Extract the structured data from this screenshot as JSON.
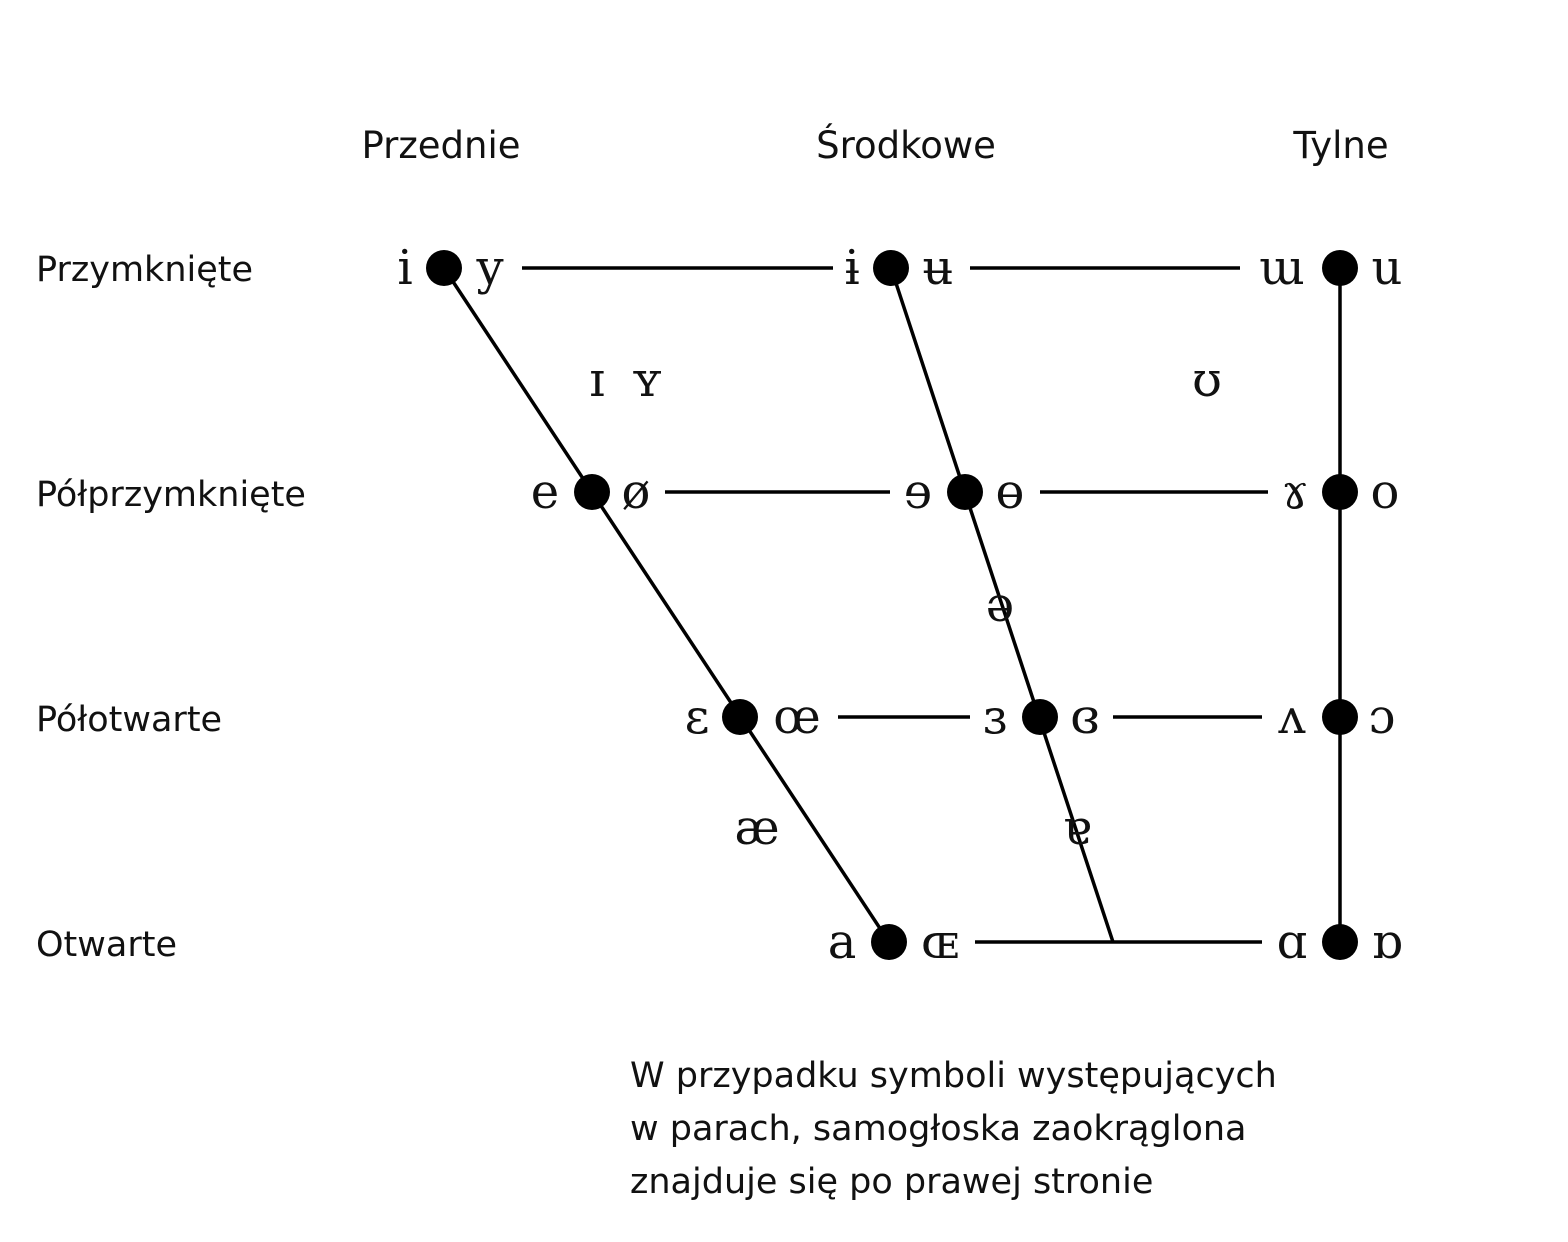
{
  "columns": [
    "Przednie",
    "Środkowe",
    "Tylne"
  ],
  "rows": [
    "Przymknięte",
    "Półprzymknięte",
    "Półotwarte",
    "Otwarte"
  ],
  "vowels": {
    "close": [
      [
        "i",
        "y"
      ],
      [
        "ɨ",
        "ʉ"
      ],
      [
        "ɯ",
        "u"
      ]
    ],
    "near_close": [
      "ɪ",
      "ʏ",
      "ʊ"
    ],
    "close_mid": [
      [
        "e",
        "ø"
      ],
      [
        "ɘ",
        "ɵ"
      ],
      [
        "ɤ",
        "o"
      ]
    ],
    "mid": [
      "ə"
    ],
    "open_mid": [
      [
        "ɛ",
        "œ"
      ],
      [
        "ɜ",
        "ɞ"
      ],
      [
        "ʌ",
        "ɔ"
      ]
    ],
    "near_open": [
      "æ",
      "ɐ"
    ],
    "open": [
      [
        "a",
        "ɶ"
      ],
      [
        "ɑ",
        "ɒ"
      ]
    ]
  },
  "note": [
    "W przypadku symboli występujących",
    "w parach, samogłoska zaokrąglona",
    "znajduje się po prawej stronie"
  ],
  "colors": {
    "ink": "#000000",
    "background": "#ffffff"
  }
}
